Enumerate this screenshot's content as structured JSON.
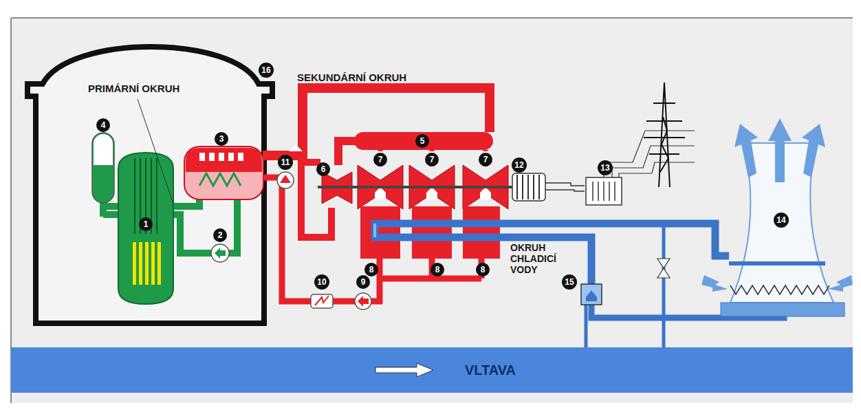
{
  "diagram": {
    "nodes": [
      {
        "text": [
          "VLTAVA"
        ]
      }
    ],
    "labels": [
      "16",
      "SEKUNDÁRNÍ OKRUH",
      "PRIMÁRNÍ OKRUH",
      "4",
      "3",
      "5",
      "6",
      "7",
      "7",
      "7",
      "12",
      "13",
      "11",
      "1",
      "14",
      "2",
      "8",
      "8",
      "8",
      "OKRUH CHLADICÍ VODY",
      "15",
      "10",
      "9"
    ]
  }
}
